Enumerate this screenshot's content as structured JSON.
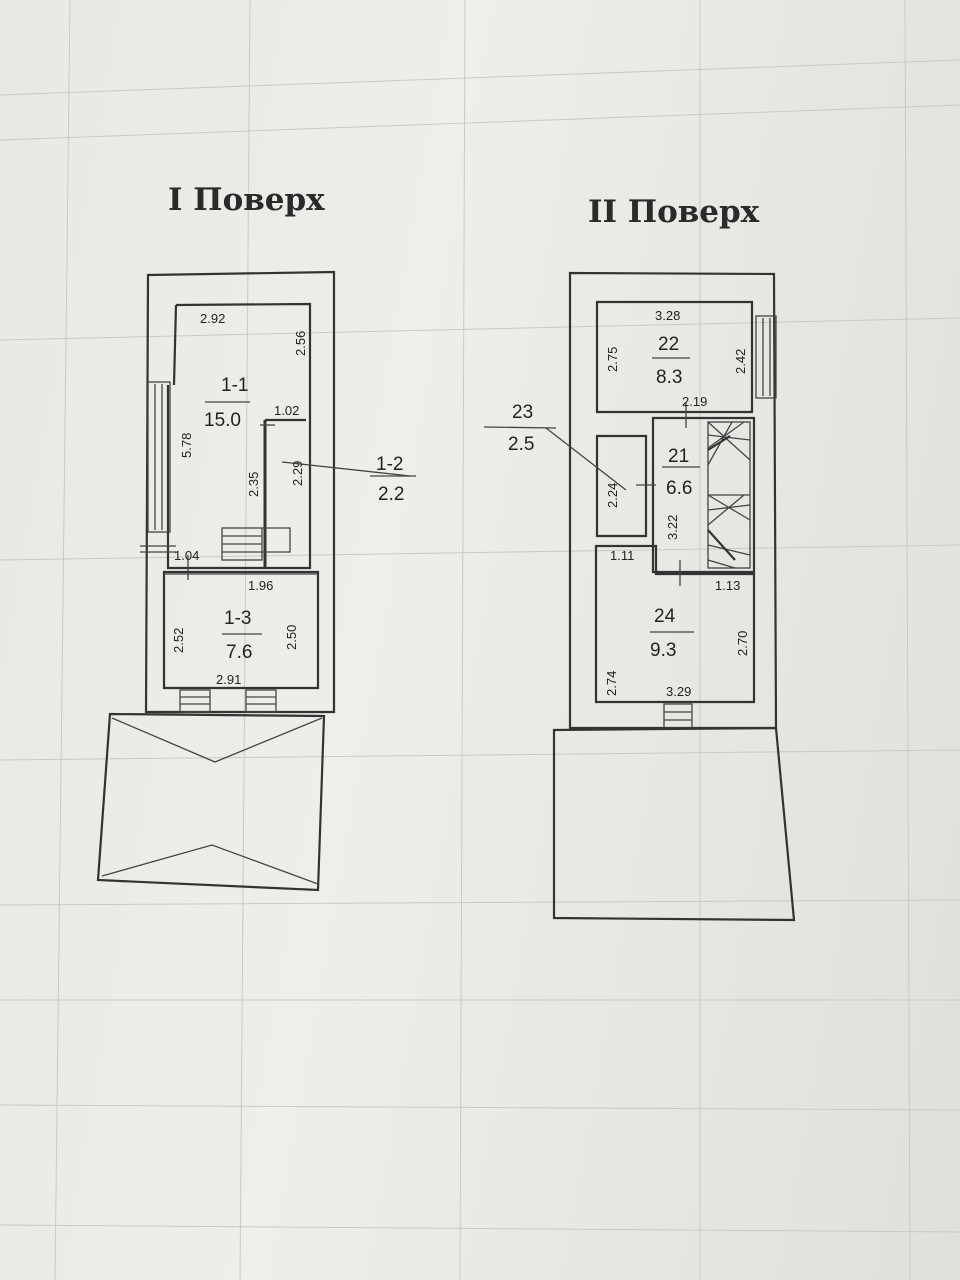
{
  "floor1": {
    "title": "I Поверх",
    "rooms": {
      "r11": {
        "number": "1-1",
        "area": "15.0"
      },
      "r12": {
        "number": "1-2",
        "area": "2.2"
      },
      "r13": {
        "number": "1-3",
        "area": "7.6"
      }
    },
    "dims": {
      "d292": "2.92",
      "d256": "2.56",
      "d578": "5.78",
      "d102": "1.02",
      "d235": "2.35",
      "d229": "2.29",
      "d104": "1.04",
      "d196": "1.96",
      "d252": "2.52",
      "d250": "2.50",
      "d291": "2.91"
    }
  },
  "floor2": {
    "title": "II Поверх",
    "rooms": {
      "r22": {
        "number": "22",
        "area": "8.3"
      },
      "r21": {
        "number": "21",
        "area": "6.6"
      },
      "r23": {
        "number": "23",
        "area": "2.5"
      },
      "r24": {
        "number": "24",
        "area": "9.3"
      }
    },
    "dims": {
      "d328": "3.28",
      "d275": "2.75",
      "d242": "2.42",
      "d219": "2.19",
      "d224": "2.24",
      "d322": "3.22",
      "d111": "1.11",
      "d113": "1.13",
      "d274": "2.74",
      "d270": "2.70",
      "d329": "3.29"
    }
  }
}
